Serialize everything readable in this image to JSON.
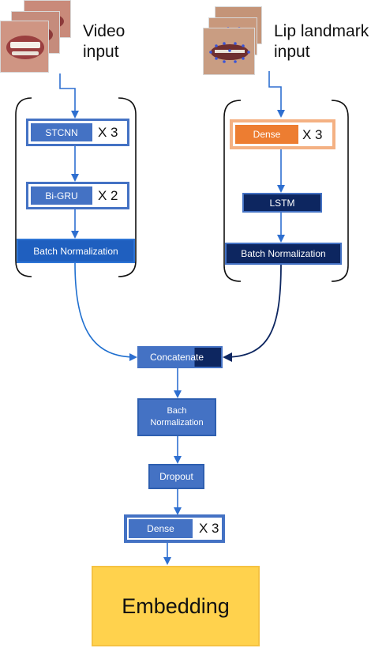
{
  "colors": {
    "accent_blue": "#4472c4",
    "dark_navy": "#0d2660",
    "mid_blue": "#1f5fbf",
    "orange": "#ed7d31",
    "orange_border": "#f4b183",
    "embedding_fill": "#ffd24d",
    "embedding_border": "#f5c242",
    "video_arrow": "#1f6fcf",
    "landmark_arrow": "#0d2660"
  },
  "inputs": {
    "video_label": "Video\ninput",
    "landmark_label": "Lip landmark\ninput",
    "video_thumbnail_icon": "mouth-frames-icon",
    "landmark_thumbnail_icon": "lip-landmark-frames-icon"
  },
  "video_branch": {
    "stcnn": "STCNN",
    "stcnn_repeat": "X 3",
    "bigru": "Bi-GRU",
    "bigru_repeat": "X 2",
    "batch_norm": "Batch Normalization"
  },
  "landmark_branch": {
    "dense": "Dense",
    "dense_repeat": "X 3",
    "lstm": "LSTM",
    "batch_norm": "Batch Normalization"
  },
  "merge": {
    "concatenate": "Concatenate",
    "bach_norm": "Bach\nNormalization",
    "dropout": "Dropout",
    "dense": "Dense",
    "dense_repeat": "X 3",
    "embedding": "Embedding"
  }
}
